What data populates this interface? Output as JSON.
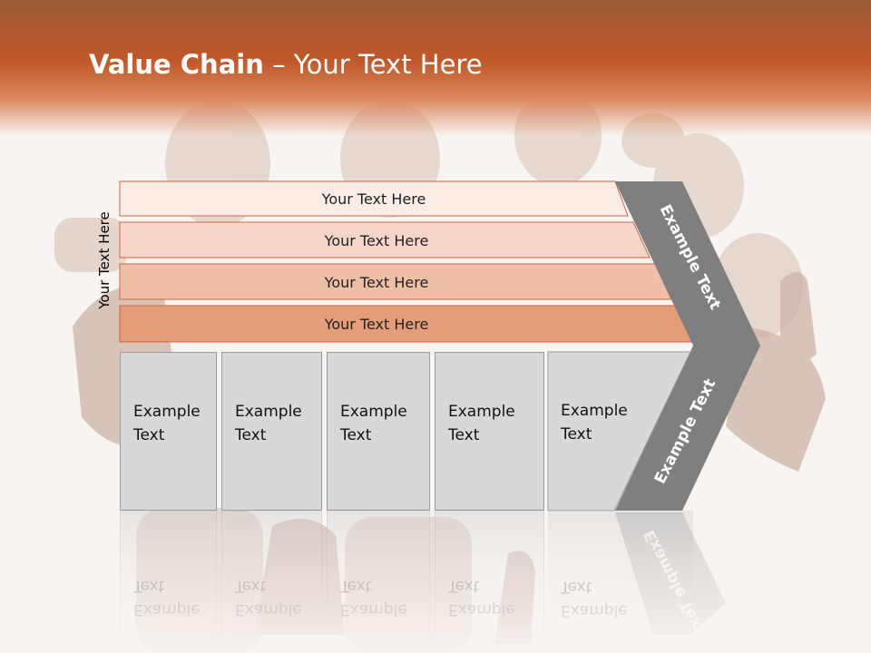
{
  "slide": {
    "title_bold": "Value Chain",
    "title_rest": " – Your Text Here",
    "side_label": "Your Text Here"
  },
  "bars": [
    {
      "label": "Your Text Here",
      "color": "#fbece6"
    },
    {
      "label": "Your Text Here",
      "color": "#f6d6c8"
    },
    {
      "label": "Your Text Here",
      "color": "#efbea6"
    },
    {
      "label": "Your Text Here",
      "color": "#e59c78"
    }
  ],
  "arrow": {
    "upper_label": "Example Text",
    "lower_label": "Example Text",
    "color": "#7f7f7f"
  },
  "boxes": [
    {
      "line1": "Example",
      "line2": "Text"
    },
    {
      "line1": "Example",
      "line2": "Text"
    },
    {
      "line1": "Example",
      "line2": "Text"
    },
    {
      "line1": "Example",
      "line2": "Text"
    },
    {
      "line1": "Example",
      "line2": "Text"
    }
  ],
  "colors": {
    "header": "#c1582a",
    "bar_border": "#c8693f",
    "box_fill": "#d8d8d8"
  }
}
